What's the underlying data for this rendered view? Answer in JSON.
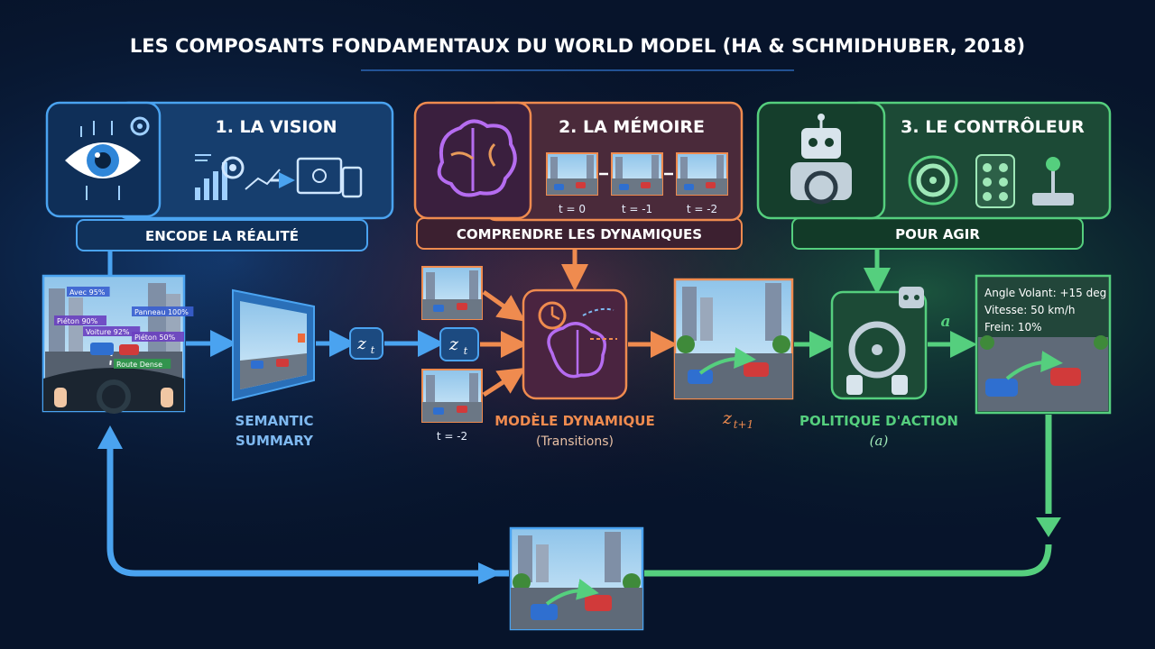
{
  "title": "LES COMPOSANTS FONDAMENTAUX DU WORLD MODEL (HA & SCHMIDHUBER, 2018)",
  "vision": {
    "header": "1. LA VISION",
    "band": "ENCODE LA RÉALITÉ",
    "tags": [
      "Avec 95%",
      "Piéton 90%",
      "Voiture 92%",
      "Panneau 100%",
      "Piéton 50%",
      "Route Dense"
    ]
  },
  "memoire": {
    "header": "2. LA MÉMOIRE",
    "band": "COMPRENDRE LES DYNAMIQUES",
    "frames": [
      "t = 0",
      "t = -1",
      "t = -2"
    ]
  },
  "controleur": {
    "header": "3. LE CONTRÔLEUR",
    "band": "POUR AGIR"
  },
  "flow": {
    "semantic_line1": "SEMANTIC",
    "semantic_line2": "SUMMARY",
    "z_t": "z",
    "z_t_sub": "t",
    "input_t": "t = -2",
    "dyn_title": "MODÈLE DYNAMIQUE",
    "dyn_sub": "(Transitions)",
    "z_next": "z",
    "z_next_sub": "t+1",
    "policy_title": "POLITIQUE D'ACTION",
    "policy_sub": "(a)",
    "action_symbol": "a"
  },
  "output": {
    "line1": "Angle Volant: +15 deg",
    "line2": "Vitesse: 50 km/h",
    "line3": "Frein: 10%"
  },
  "colors": {
    "blue": "#4aa3f0",
    "orange": "#ef8b4f",
    "green": "#55cf7e",
    "vision_box": "#163e6e",
    "memoire_box": "#4a2a3a",
    "controleur_box": "#1c4a36"
  }
}
